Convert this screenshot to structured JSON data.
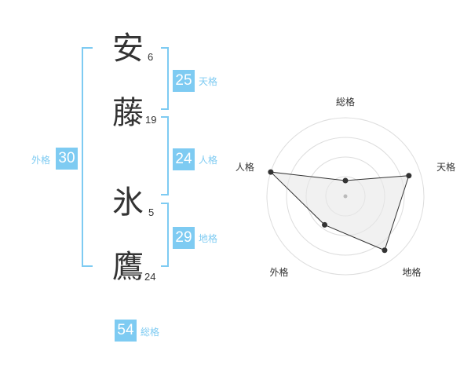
{
  "name": {
    "chars": [
      {
        "char": "安",
        "strokes": "6"
      },
      {
        "char": "藤",
        "strokes": "19"
      },
      {
        "char": "氷",
        "strokes": "5"
      },
      {
        "char": "鷹",
        "strokes": "24"
      }
    ]
  },
  "fortune": {
    "tenkaku": {
      "value": "25",
      "label": "天格"
    },
    "jinkaku": {
      "value": "24",
      "label": "人格"
    },
    "chikaku": {
      "value": "29",
      "label": "地格"
    },
    "gaikaku": {
      "value": "30",
      "label": "外格"
    },
    "soukaku": {
      "value": "54",
      "label": "総格"
    }
  },
  "chart_data": {
    "type": "radar",
    "axes": [
      "総格",
      "天格",
      "地格",
      "外格",
      "人格"
    ],
    "values": [
      0.2,
      0.85,
      0.85,
      0.45,
      1.0
    ],
    "range": [
      0,
      1
    ],
    "rings": 4,
    "line_color": "#333333",
    "fill_color": "#e8e8e8"
  },
  "colors": {
    "accent": "#7ecbf2",
    "text": "#333333",
    "grid": "#dddddd"
  }
}
